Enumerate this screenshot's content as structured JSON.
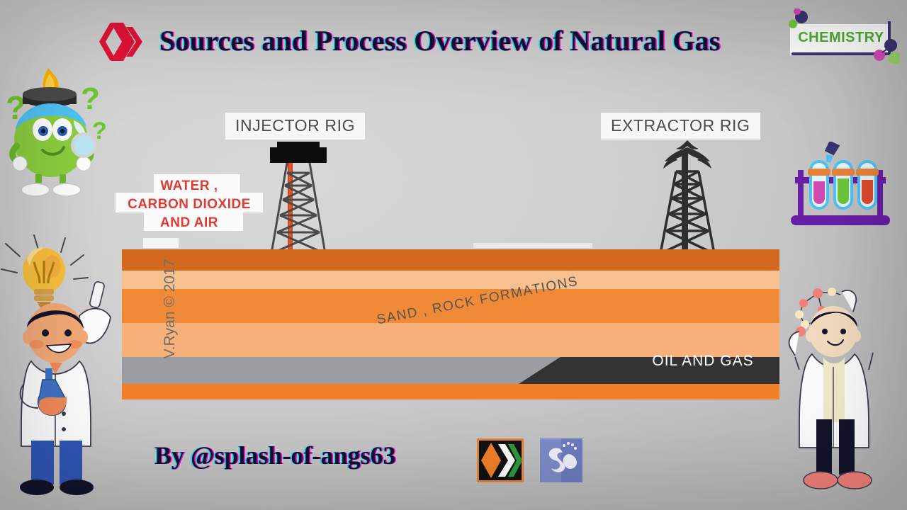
{
  "header": {
    "title": "Sources and Process Overview of Natural Gas",
    "hive_logo": "hive-logo-icon",
    "chemistry_banner": {
      "label": "CHEMISTRY",
      "accent_color": "#4caf2e",
      "rule_color": "#3b3373"
    }
  },
  "diagram": {
    "injector_rig_label": "INJECTOR  RIG",
    "extractor_rig_label": "EXTRACTOR  RIG",
    "injection_note": "WATER ,\nCARBON DIOXIDE\nAND AIR",
    "injection_note_lines": [
      "WATER ,",
      "CARBON DIOXIDE",
      "AND AIR"
    ],
    "formation_label": "SAND , ROCK FORMATIONS",
    "reservoir_label": "OIL AND GAS",
    "watermark": "V.Ryan © 2017",
    "layers": [
      {
        "name": "topsoil",
        "color": "#d2691e"
      },
      {
        "name": "sand-light",
        "color": "#f7c08f"
      },
      {
        "name": "sand-mid",
        "color": "#f08a37"
      },
      {
        "name": "sand-pale",
        "color": "#f7b07a"
      },
      {
        "name": "rock-grey",
        "color": "#9b9da2"
      },
      {
        "name": "base-orange",
        "color": "#f2802a"
      }
    ],
    "reservoir_color": "#333333",
    "injector_pipe_color": "#e8501f",
    "extractor_pipe_color": "#2f2f2f"
  },
  "decorations": {
    "earth_mascot": "earth-flame-mascot-icon",
    "question_marks": [
      "?",
      "?",
      "?"
    ],
    "lightbulb": "lightbulb-icon",
    "left_scientist": "scientist-with-flask-icon",
    "test_tube_rack": "test-tube-rack-icon",
    "right_scientist": "scientist-with-molecule-icon",
    "tube_colors": [
      "#d44ab4",
      "#6dc93a",
      "#e04a2f"
    ],
    "rack_color": "#6a1fa8"
  },
  "footer": {
    "byline": "By @splash-of-angs63",
    "logo_hive": "hive-blockchain-logo-icon",
    "logo_stem": "stem-geeks-logo-icon"
  },
  "colors": {
    "title_ink": "#120d2e",
    "aberration_cyan": "#00e5ff",
    "aberration_magenta": "#ff00c8",
    "note_red": "#e03a32",
    "background": "#c9c9c9"
  }
}
